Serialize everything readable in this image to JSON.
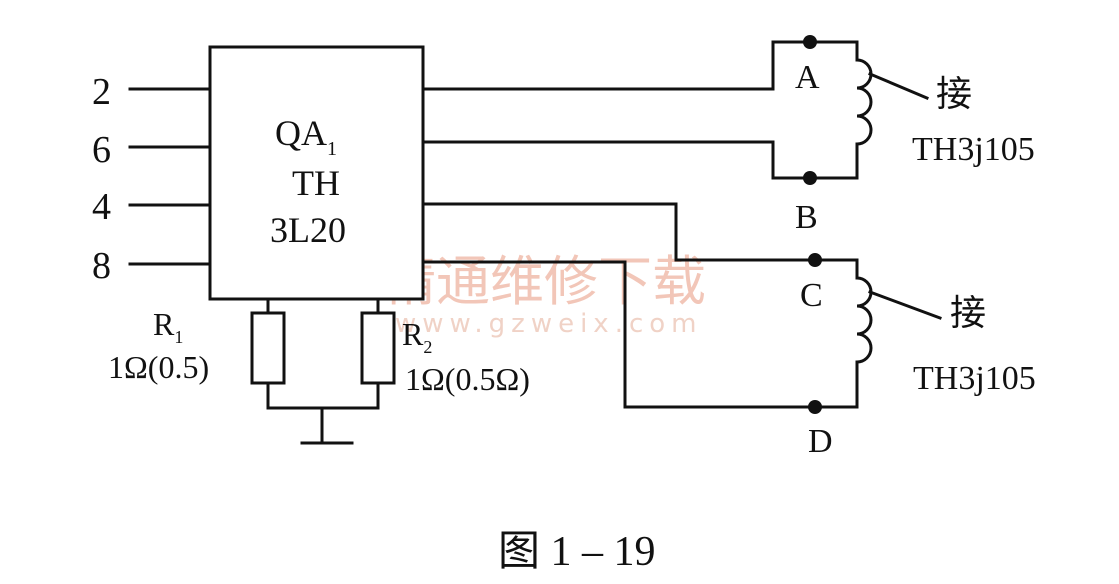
{
  "diagram": {
    "pins": [
      "2",
      "6",
      "4",
      "8"
    ],
    "chip": {
      "line1": "QA",
      "line1_sub": "1",
      "line2": "TH",
      "line3": "3L20"
    },
    "r1": {
      "name": "R",
      "sub": "1",
      "value": "1Ω(0.5)"
    },
    "r2": {
      "name": "R",
      "sub": "2",
      "value": "1Ω(0.5Ω)"
    },
    "terminals": {
      "a": "A",
      "b": "B",
      "c": "C",
      "d": "D"
    },
    "coil1": {
      "connect": "接",
      "model": "TH3j105"
    },
    "coil2": {
      "connect": "接",
      "model": "TH3j105"
    },
    "watermark": {
      "cn": "精通维修下载",
      "url": "www.gzweix.com"
    },
    "caption": "图 1 – 19"
  }
}
